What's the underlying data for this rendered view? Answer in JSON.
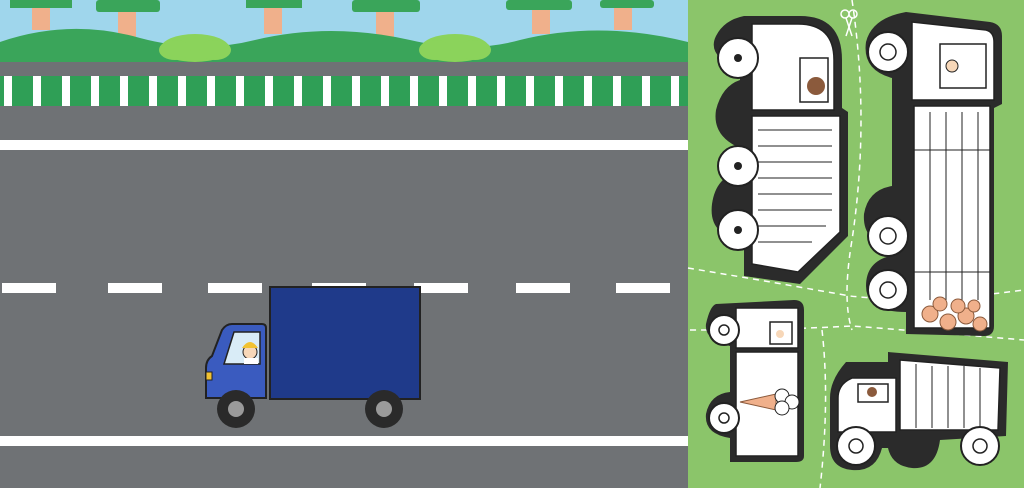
{
  "scene": {
    "left_panel": "road-scene",
    "right_panel": "cutout-sheet"
  },
  "colors": {
    "sky": "#9fd6ec",
    "hills": "#3aa55a",
    "bushes": "#8bd35b",
    "tree_trunk": "#f0b08b",
    "tree_canopy": "#3aa55a",
    "fence_green": "#2f9f56",
    "fence_post": "#ffffff",
    "asphalt": "#6f7275",
    "lane_line": "#ffffff",
    "cutout_bg": "#8bc56a",
    "truck_blue": "#1f3a8a",
    "cab_blue": "#3a5bbf",
    "outline": "#222222"
  },
  "truck": {
    "cargo_color": "#1f3a8a",
    "cab_color": "#3a5bbf",
    "driver_hair": "#f1c232"
  },
  "cutouts": [
    {
      "type": "flatbed-truck"
    },
    {
      "type": "log-truck"
    },
    {
      "type": "ice-cream-truck"
    },
    {
      "type": "dump-truck"
    }
  ],
  "icons": {
    "scissors": "scissors-icon"
  }
}
